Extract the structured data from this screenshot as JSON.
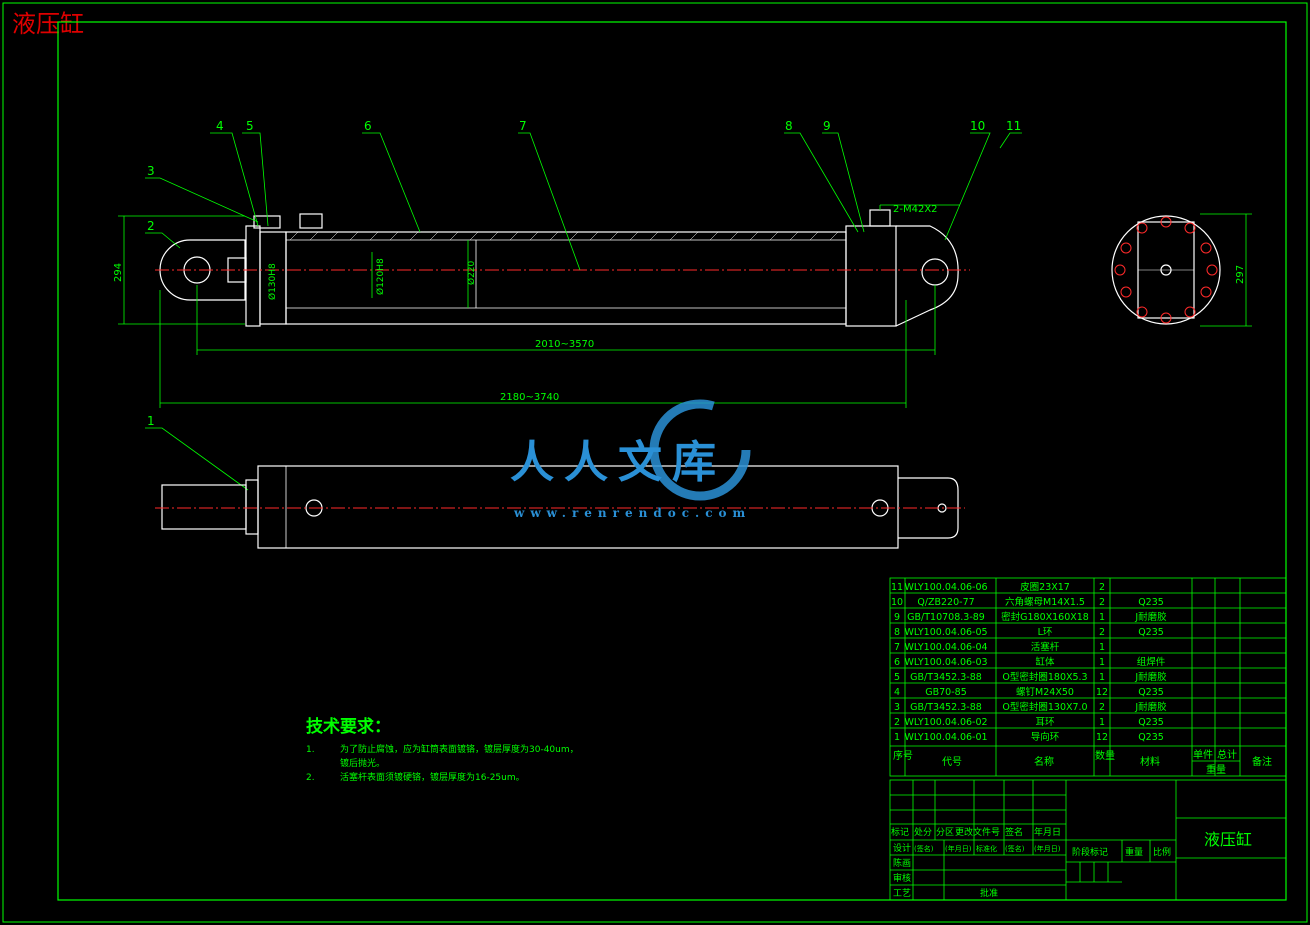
{
  "drawing_title": "液压缸",
  "part_numbers": [
    "1",
    "2",
    "3",
    "4",
    "5",
    "6",
    "7",
    "8",
    "9",
    "10",
    "11"
  ],
  "dims": {
    "height_left": "294",
    "height_right": "297",
    "len_inner": "2010~3570",
    "len_outer": "2180~3740",
    "dia_rod_bore": "Ø130H8",
    "dia_piston": "Ø120H8",
    "dia_bore": "Ø220",
    "port_thread": "2-M42X2"
  },
  "watermark": {
    "text": "人人文库",
    "url": "www.renrendoc.com"
  },
  "tech_req": {
    "heading": "技术要求：",
    "items": [
      {
        "num": "1.",
        "text": "为了防止腐蚀，应为缸筒表面镀铬，镀层厚度为30-40um，",
        "cont": "镀后抛光。"
      },
      {
        "num": "2.",
        "text": "活塞杆表面须镀硬铬，镀层厚度为16-25um。"
      }
    ]
  },
  "bom": {
    "rows": [
      {
        "no": "11",
        "code": "WLY100.04.06-06",
        "name": "皮圈23X17",
        "qty": "2",
        "mat": ""
      },
      {
        "no": "10",
        "code": "Q/ZB220-77",
        "name": "六角螺母M14X1.5",
        "qty": "2",
        "mat": "Q235"
      },
      {
        "no": "9",
        "code": "GB/T10708.3-89",
        "name": "密封G180X160X18",
        "qty": "1",
        "mat": "J耐磨胶"
      },
      {
        "no": "8",
        "code": "WLY100.04.06-05",
        "name": "L环",
        "qty": "2",
        "mat": "Q235"
      },
      {
        "no": "7",
        "code": "WLY100.04.06-04",
        "name": "活塞杆",
        "qty": "1",
        "mat": ""
      },
      {
        "no": "6",
        "code": "WLY100.04.06-03",
        "name": "缸体",
        "qty": "1",
        "mat": "组焊件"
      },
      {
        "no": "5",
        "code": "GB/T3452.3-88",
        "name": "O型密封圈180X5.3",
        "qty": "1",
        "mat": "J耐磨胶"
      },
      {
        "no": "4",
        "code": "GB70-85",
        "name": "螺钉M24X50",
        "qty": "12",
        "mat": "Q235"
      },
      {
        "no": "3",
        "code": "GB/T3452.3-88",
        "name": "O型密封圈130X7.0",
        "qty": "2",
        "mat": "J耐磨胶"
      },
      {
        "no": "2",
        "code": "WLY100.04.06-02",
        "name": "耳环",
        "qty": "1",
        "mat": "Q235"
      },
      {
        "no": "1",
        "code": "WLY100.04.06-01",
        "name": "导向环",
        "qty": "12",
        "mat": "Q235"
      }
    ],
    "header": {
      "no": "序号",
      "code": "代号",
      "name": "名称",
      "qty": "数量",
      "mat": "材料",
      "unit": "单件",
      "total": "总计",
      "weight": "重量",
      "remark": "备注"
    }
  },
  "title_block": {
    "title": "液压缸",
    "revision_headers": [
      "标记",
      "处分",
      "分区",
      "更改文件号",
      "签名",
      "年月日"
    ],
    "design": "设计",
    "design_cells": [
      "(签名)",
      "(年月日)",
      "标准化",
      "(签名)",
      "(年月日)"
    ],
    "draw": "陈画",
    "check": "审核",
    "process": "工艺",
    "approve": "批准",
    "stage": "阶段标记",
    "weight": "重量",
    "scale": "比例"
  },
  "colors": {
    "line": "#00ff00",
    "center": "#ff2a2a",
    "body": "#ffffff",
    "title": "#e00000",
    "watermark": "#2a90d6"
  }
}
